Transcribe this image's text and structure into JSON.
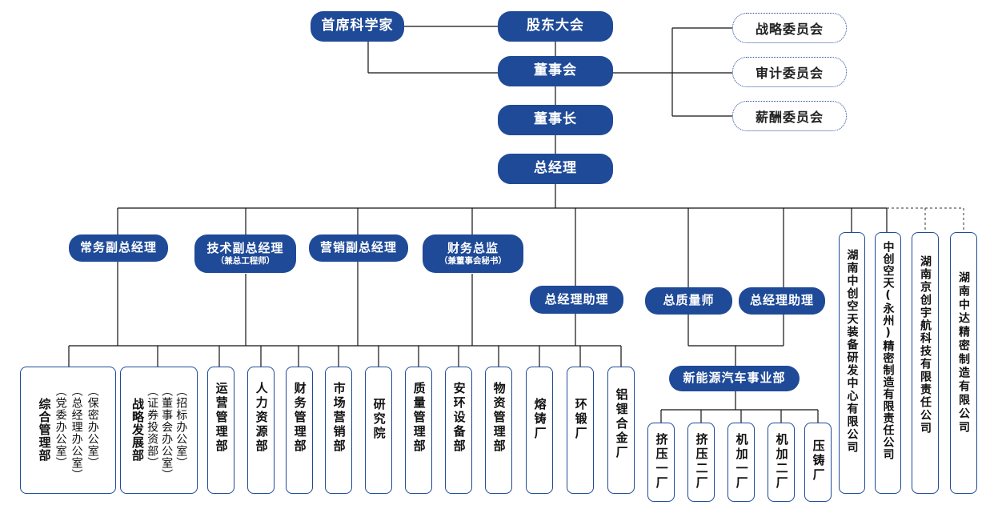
{
  "top": {
    "chief_scientist": "首席科学家",
    "shareholders": "股东大会",
    "board": "董事会",
    "chairman": "董事长",
    "gm": "总经理"
  },
  "committees": [
    "战略委员会",
    "审计委员会",
    "薪酬委员会"
  ],
  "vps": [
    {
      "title": "常务副总经理",
      "sub": ""
    },
    {
      "title": "技术副总经理",
      "sub": "（兼总工程师）"
    },
    {
      "title": "营销副总经理",
      "sub": ""
    },
    {
      "title": "财务总监",
      "sub": "（兼董事会秘书）"
    }
  ],
  "assistants": [
    "总经理助理",
    "总质量师",
    "总经理助理"
  ],
  "subsidiaries": [
    "湖南中创空天装备研发中心有限公司",
    "中创空天(永州)精密制造有限责任公司",
    "湖南京创宇航科技有限责任公司",
    "湖南中达精密制造有限公司"
  ],
  "dept_multi": [
    {
      "main": "综合管理部",
      "parens": [
        "（党委办公室）",
        "（总经理办公室）",
        "（保密办公室）"
      ]
    },
    {
      "main": "战略发展部",
      "parens": [
        "（证券投资部）",
        "（董事会办公室）",
        "（招标办公室）"
      ]
    }
  ],
  "departments": [
    "运营管理部",
    "人力资源部",
    "财务管理部",
    "市场营销部",
    "研究院",
    "质量管理部",
    "安环设备部",
    "物资管理部",
    "熔铸厂",
    "环锻厂",
    "铝锂合金厂"
  ],
  "new_energy": {
    "title": "新能源汽车事业部",
    "plants": [
      "挤压一厂",
      "挤压二厂",
      "机加一厂",
      "机加二厂",
      "压铸厂"
    ]
  }
}
